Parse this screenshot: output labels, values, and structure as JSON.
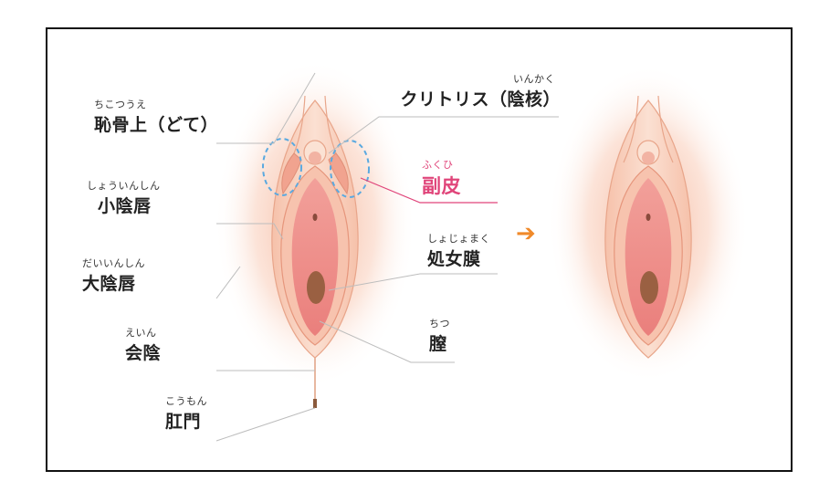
{
  "labels": {
    "chikotsujo": {
      "ruby": "ちこつうえ",
      "text": "恥骨上（どて）"
    },
    "clitoris": {
      "ruby": "いんかく",
      "text": "クリトリス（陰核）"
    },
    "fukuhi": {
      "ruby": "ふくひ",
      "text": "副皮"
    },
    "shoinshin": {
      "ruby": "しょういんしん",
      "text": "小陰唇"
    },
    "shojomaku": {
      "ruby": "しょじょまく",
      "text": "処女膜"
    },
    "daiinshin": {
      "ruby": "だいいんしん",
      "text": "大陰唇"
    },
    "chitsu": {
      "ruby": "ちつ",
      "text": "膣"
    },
    "ein": {
      "ruby": "えいん",
      "text": "会陰"
    },
    "komon": {
      "ruby": "こうもん",
      "text": "肛門"
    }
  },
  "arrow_glyph": "➔",
  "colors": {
    "highlight": "#e0457a",
    "arrow": "#f08a2a",
    "dashed_circle": "#5aa9e0",
    "glow": "#f6b9a0",
    "skin": "#f7cbb5",
    "inner": "#ee8f8a",
    "opening": "#8a5a3c"
  }
}
